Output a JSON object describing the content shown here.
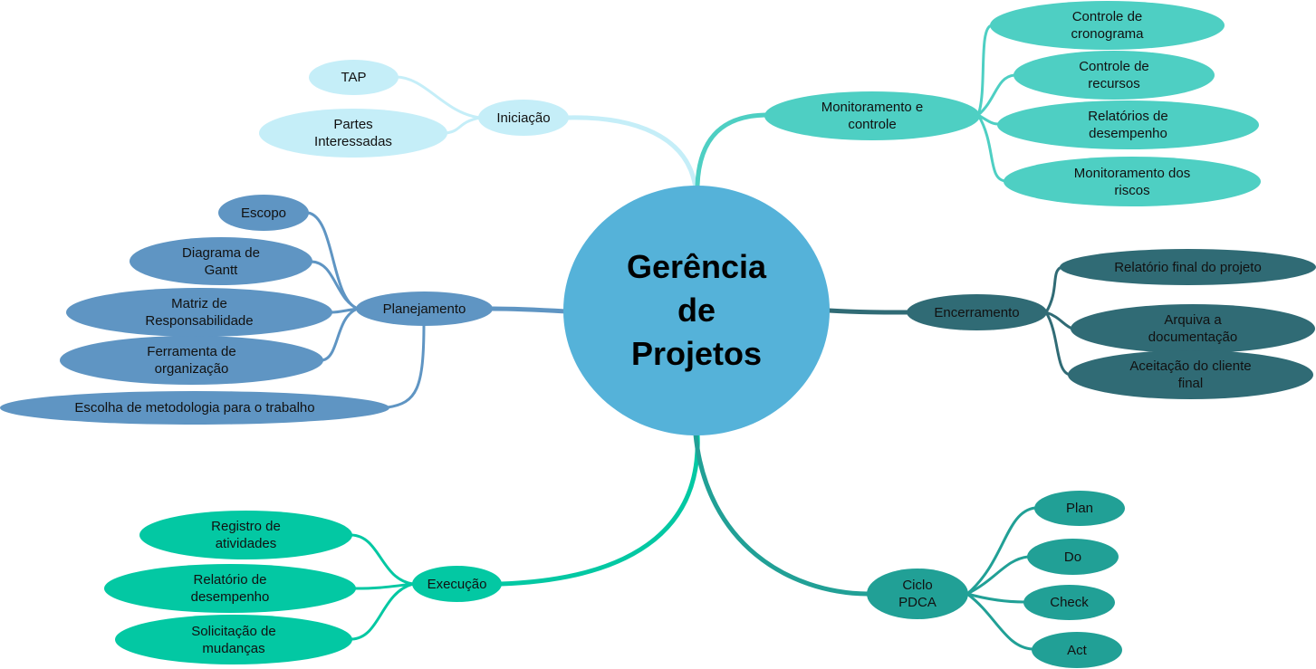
{
  "central": {
    "title": "Gerência\nde\nProjetos",
    "color": "#55b2d9"
  },
  "branches": [
    {
      "id": "iniciacao",
      "label": "Iniciação",
      "color": "#c5eef8",
      "children": [
        "TAP",
        "Partes\nInteressadas"
      ]
    },
    {
      "id": "planejamento",
      "label": "Planejamento",
      "color": "#5f95c3",
      "children": [
        "Escopo",
        "Diagrama de\nGantt",
        "Matriz de\nResponsabilidade",
        "Ferramenta de\norganização",
        "Escolha de metodologia para o trabalho"
      ]
    },
    {
      "id": "execucao",
      "label": "Execução",
      "color": "#03c8a3",
      "children": [
        "Registro de\natividades",
        "Relatório de\ndesempenho",
        "Solicitação de\nmudanças"
      ]
    },
    {
      "id": "monitoramento",
      "label": "Monitoramento e\ncontrole",
      "color": "#4ecfc3",
      "children": [
        "Controle de\ncronograma",
        "Controle de\nrecursos",
        "Relatórios de\ndesempenho",
        "Monitoramento dos\nriscos"
      ]
    },
    {
      "id": "encerramento",
      "label": "Encerramento",
      "color": "#306b75",
      "children": [
        "Relatório final do projeto",
        "Arquiva a\ndocumentação",
        "Aceitação do cliente\nfinal"
      ]
    },
    {
      "id": "pdca",
      "label": "Ciclo\nPDCA",
      "color": "#21a096",
      "children": [
        "Plan",
        "Do",
        "Check",
        "Act"
      ]
    }
  ]
}
